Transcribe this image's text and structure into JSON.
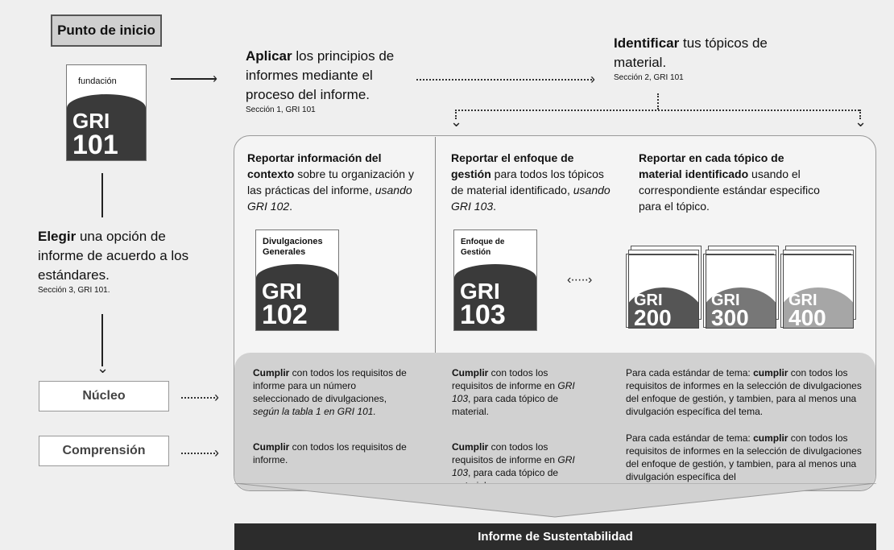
{
  "start": {
    "label": "Punto de inicio"
  },
  "card101": {
    "top": "fundación",
    "gri": "GRI",
    "num": "101"
  },
  "apply": {
    "bold": "Aplicar",
    "rest": " los principios de informes mediante el proceso del informe.",
    "note": "Sección 1, GRI 101"
  },
  "identify": {
    "bold": "Identificar",
    "rest": " tus tópicos de material.",
    "note": "Sección 2, GRI 101"
  },
  "choose": {
    "bold": "Elegir",
    "rest": " una opción de informe de acuerdo a los estándares.",
    "note": "Sección 3, GRI 101."
  },
  "col1": {
    "bold": "Reportar información del contexto",
    "rest": " sobre tu organización y las prácticas del informe, ",
    "ital": "usando GRI 102",
    "end": "."
  },
  "col2": {
    "bold": "Reportar el enfoque de gestión",
    "rest": " para todos los tópicos de material identificado, ",
    "ital": "usando GRI 103",
    "end": "."
  },
  "col3": {
    "bold": "Reportar en cada tópico de material identificado",
    "rest": " usando el correspondiente estándar especifico para el tópico."
  },
  "card102": {
    "top": "Divulgaciones Generales",
    "gri": "GRI",
    "num": "102"
  },
  "card103": {
    "top": "Enfoque de Gestión",
    "gri": "GRI",
    "num": "103"
  },
  "series": [
    {
      "gri": "GRI",
      "num": "200",
      "color": "#555555"
    },
    {
      "gri": "GRI",
      "num": "300",
      "color": "#777777"
    },
    {
      "gri": "GRI",
      "num": "400",
      "color": "#a6a6a6"
    }
  ],
  "options": {
    "core": "Núcleo",
    "comprehensive": "Comprensión"
  },
  "core": {
    "c1": {
      "bold": "Cumplir",
      "rest": " con todos los requisitos de informe para un número seleccionado de divulgaciones, ",
      "ital": "según la tabla 1 en GRI 101."
    },
    "c2": {
      "bold": "Cumplir",
      "rest": " con todos los requisitos de informe en ",
      "ital": "GRI 103",
      "end": ", para cada tópico de material."
    },
    "c3": {
      "pre": "Para cada estándar de tema: ",
      "bold": "cumplir",
      "rest": " con todos los requisitos de informes en la selección de divulgaciones del enfoque de gestión, y tambien, para al menos una divulgación específica del tema."
    }
  },
  "comp": {
    "c1": {
      "bold": "Cumplir",
      "rest": " con todos los requisitos de informe."
    },
    "c2": {
      "bold": "Cumplir",
      "rest": " con todos los requisitos de informe en ",
      "ital": "GRI 103",
      "end": ", para cada tópico de material."
    },
    "c3": {
      "pre": "Para cada estándar de tema: ",
      "bold": "cumplir",
      "rest": " con todos los requisitos de informes en la selección de divulgaciones del enfoque de gestión, y tambien, para al menos una divulgación específica del"
    }
  },
  "footer": {
    "label": "Informe de Sustentabilidad"
  }
}
